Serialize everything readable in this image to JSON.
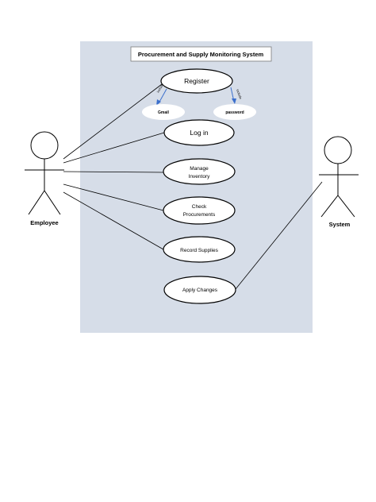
{
  "diagram": {
    "title": "Procurement and Supply Monitoring System",
    "actors": {
      "employee": "Employee",
      "system": "System"
    },
    "use_cases": {
      "register": "Register",
      "gmail": "Gmail",
      "password": "password",
      "login": "Log in",
      "manage_line1": "Manage",
      "manage_line2": "Inventory",
      "check_line1": "Check",
      "check_line2": "Procurements",
      "record": "Record Supplies",
      "apply": "Apply Changes"
    },
    "relations": {
      "include_left": "include",
      "include_right": "include"
    }
  }
}
